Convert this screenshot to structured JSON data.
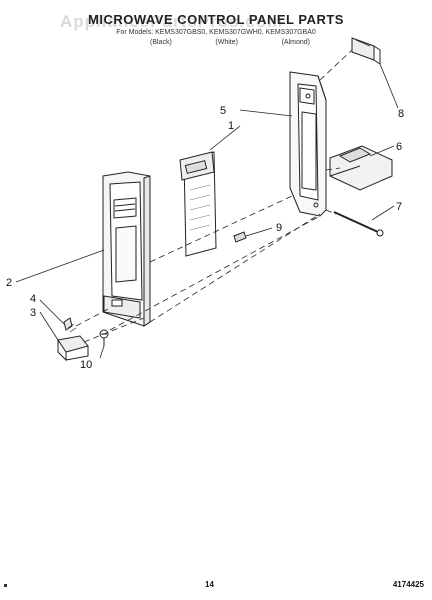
{
  "header": {
    "title": "MICROWAVE CONTROL PANEL PARTS",
    "subtitle": "For Models: KEMS307GBS0, KEMS307GWH0, KEMS307GBA0",
    "color_labels": [
      "(Black)",
      "(White)",
      "(Almond)"
    ]
  },
  "watermark": {
    "text": "AppliancePartsPros.com"
  },
  "callouts": {
    "c1": "1",
    "c2": "2",
    "c3": "3",
    "c4": "4",
    "c5": "5",
    "c6": "6",
    "c7": "7",
    "c8": "8",
    "c9": "9",
    "c10": "10"
  },
  "footer": {
    "page_number": "14",
    "document_number": "4174425"
  },
  "colors": {
    "line": "#222222",
    "background": "#ffffff",
    "panel_fill": "#f4f4f4"
  }
}
